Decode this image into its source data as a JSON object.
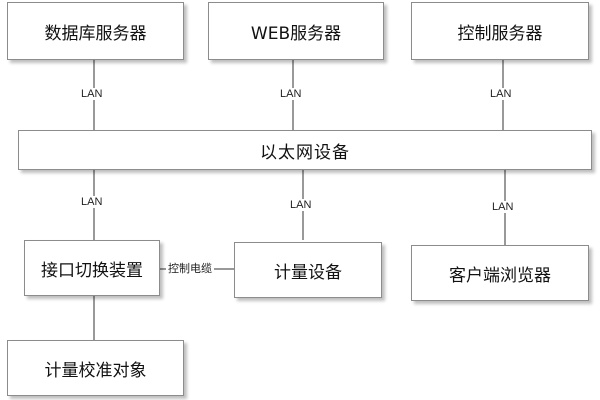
{
  "nodes": {
    "db_server": "数据库服务器",
    "web_server": "WEB服务器",
    "control_server": "控制服务器",
    "ethernet": "以太网设备",
    "interface_switch": "接口切换装置",
    "metering_device": "计量设备",
    "client_browser": "客户端浏览器",
    "calibration_target": "计量校准对象"
  },
  "links": {
    "lan": "LAN",
    "control_cable": "控制电缆"
  }
}
